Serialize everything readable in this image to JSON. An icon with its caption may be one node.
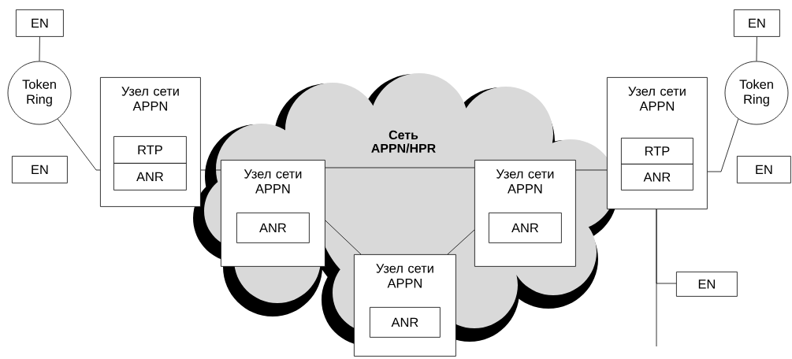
{
  "diagram": {
    "nodes": [
      {
        "text": [
          "EN"
        ]
      },
      {
        "text": [
          "Token Ring"
        ]
      },
      {
        "text": [
          "EN"
        ]
      },
      {
        "text": [
          "Узел сети APPN"
        ]
      },
      {
        "text": [
          "RTP"
        ],
        "in": 3
      },
      {
        "text": [
          "ANR"
        ],
        "in": 3
      },
      {
        "text": [
          "Сеть APPN/HPR"
        ]
      },
      {
        "text": [
          "Узел сети APPN"
        ],
        "in": 6
      },
      {
        "text": [
          "ANR"
        ],
        "in": 7
      },
      {
        "text": [
          "Узел сети APPN"
        ],
        "in": 6
      },
      {
        "text": [
          "ANR"
        ],
        "in": 9
      },
      {
        "text": [
          "Узел сети APPN"
        ],
        "in": 6
      },
      {
        "text": [
          "ANR"
        ],
        "in": 11
      },
      {
        "text": [
          "Узел сети APPN"
        ]
      },
      {
        "text": [
          "RTP"
        ],
        "in": 13
      },
      {
        "text": [
          "ANR"
        ],
        "in": 13
      },
      {
        "text": [
          "EN"
        ]
      },
      {
        "text": [
          "Token Ring"
        ]
      },
      {
        "text": [
          "EN"
        ]
      },
      {
        "text": [
          "EN"
        ]
      }
    ],
    "edges": [
      {
        "from": 0,
        "to": 1,
        "arrow": "none"
      },
      {
        "from": 1,
        "to": 3,
        "arrow": "none"
      },
      {
        "from": 3,
        "to": 7,
        "arrow": "none"
      },
      {
        "from": 7,
        "to": 9,
        "arrow": "none"
      },
      {
        "from": 9,
        "to": 13,
        "arrow": "none"
      },
      {
        "from": 7,
        "to": 11,
        "arrow": "none"
      },
      {
        "from": 9,
        "to": 11,
        "arrow": "none"
      },
      {
        "from": 13,
        "to": 17,
        "arrow": "none"
      },
      {
        "from": 16,
        "to": 17,
        "arrow": "none"
      },
      {
        "from": 13,
        "to": 19,
        "arrow": "none"
      },
      {
        "from": 13,
        "to": null,
        "arrow": "none"
      }
    ]
  }
}
